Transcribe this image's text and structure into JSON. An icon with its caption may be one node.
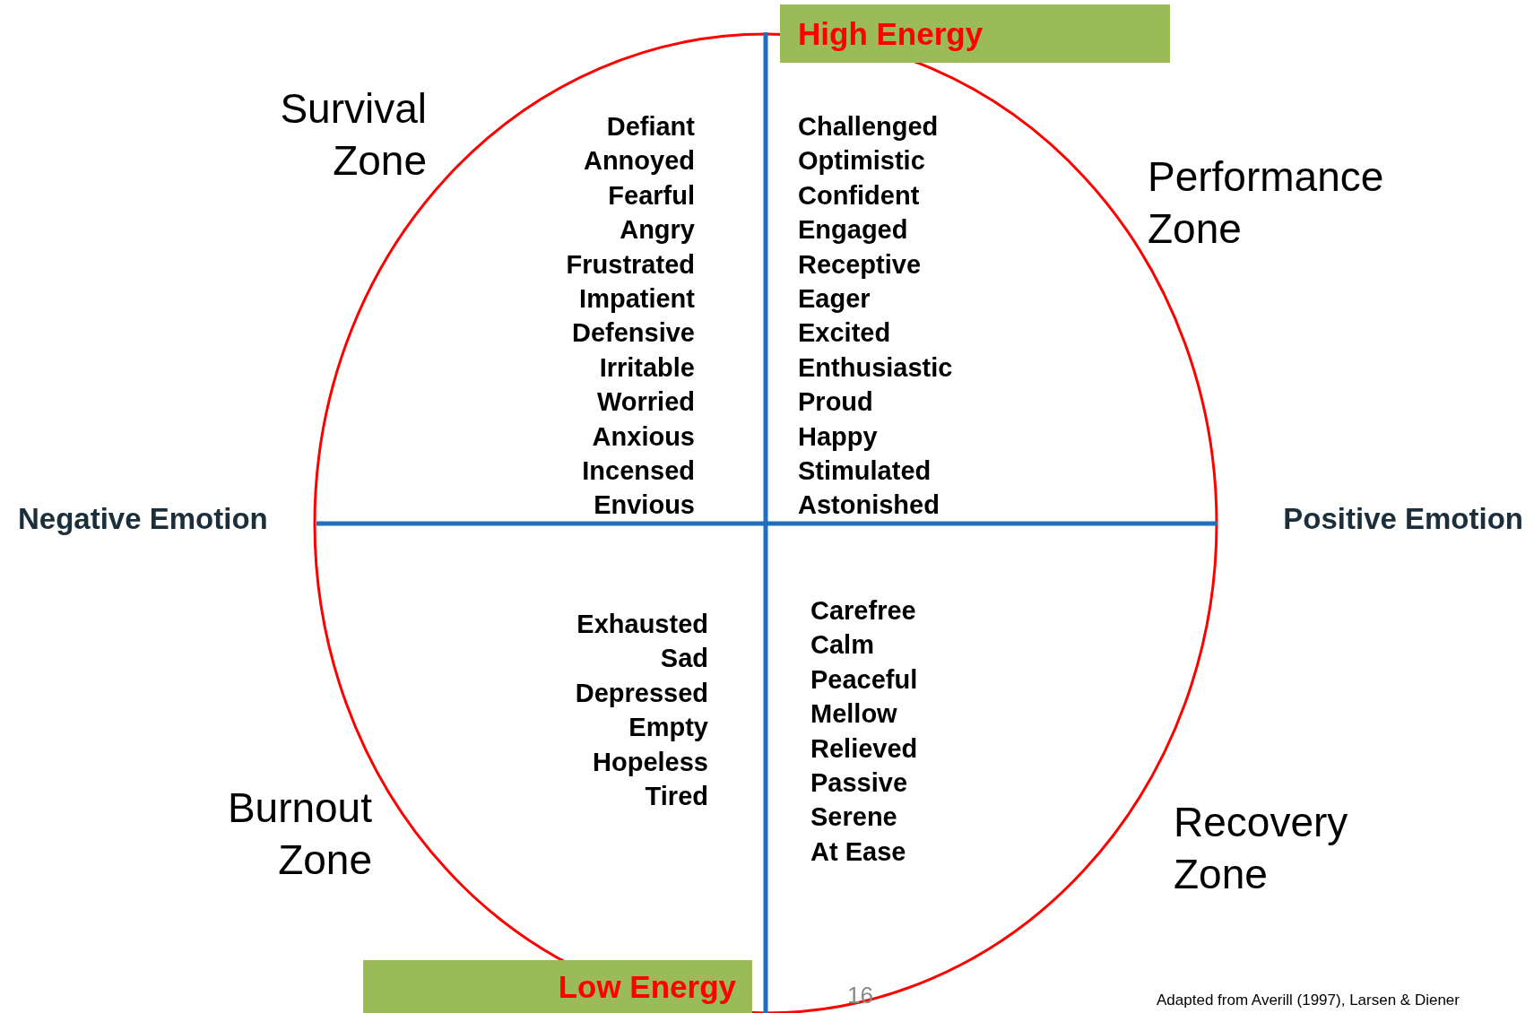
{
  "diagram": {
    "caption": "Adapted from Averill (1997), Larsen & Diener",
    "nodes": [
      {
        "text": [
          "High Energy"
        ]
      },
      {
        "text": [
          "Low Energy"
        ]
      }
    ],
    "labels": [
      "Survival Zone",
      "Performance Zone",
      "Defiant",
      "Annoyed",
      "Fearful",
      "Angry",
      "Frustrated",
      "Impatient",
      "Defensive",
      "Irritable",
      "Worried",
      "Anxious",
      "Incensed",
      "Envious",
      "Challenged",
      "Optimistic",
      "Confident",
      "Engaged",
      "Receptive",
      "Eager",
      "Excited",
      "Enthusiastic",
      "Proud",
      "Happy",
      "Stimulated",
      "Astonished",
      "Negative Emotion",
      "Positive Emotion",
      "Exhausted",
      "Sad",
      "Depressed",
      "Empty",
      "Hopeless",
      "Tired",
      "Carefree",
      "Calm",
      "Peaceful",
      "Mellow",
      "Relieved",
      "Passive",
      "Serene",
      "At Ease",
      "Burnout Zone",
      "Recovery Zone",
      "16"
    ]
  }
}
